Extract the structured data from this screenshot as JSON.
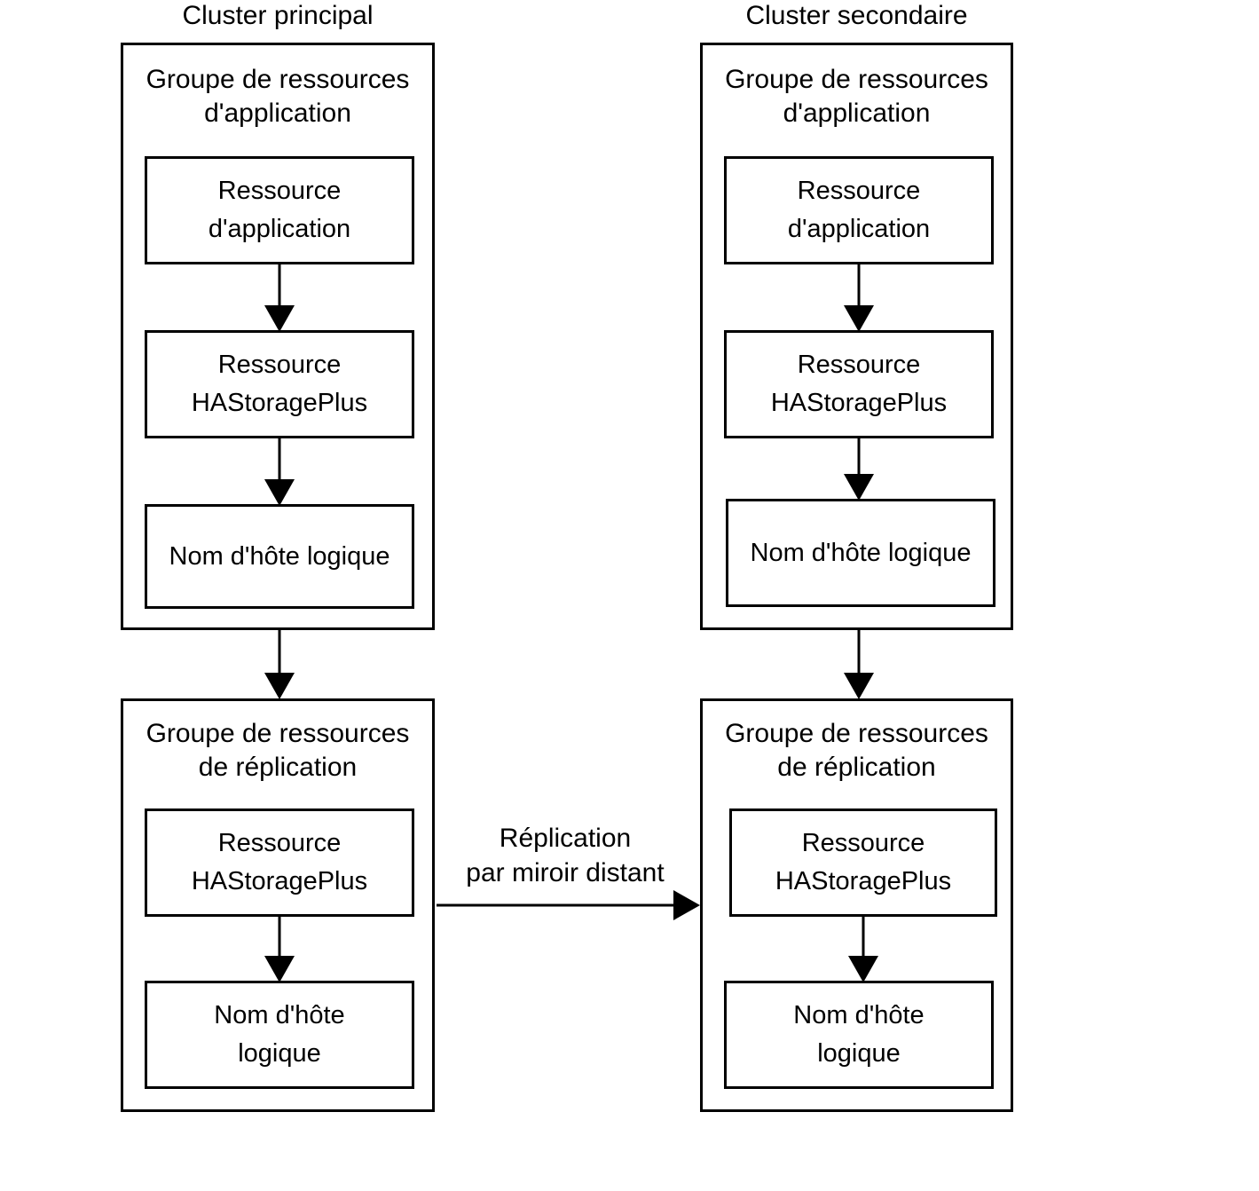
{
  "diagram": {
    "title_left": "Cluster principal",
    "title_right": "Cluster secondaire",
    "colors": {
      "stroke": "#000000",
      "background": "#ffffff",
      "text": "#000000"
    },
    "clusters": [
      {
        "id": "primary",
        "title": "Cluster principal",
        "groups": [
          {
            "id": "primary-app-group",
            "label": "Groupe de ressources\nd'application",
            "nodes": [
              {
                "id": "primary-app-resource",
                "label": "Ressource\nd'application"
              },
              {
                "id": "primary-app-hastorageplus",
                "label": "Ressource\nHAStoragePlus"
              },
              {
                "id": "primary-app-logicalhost",
                "label": "Nom d'hôte logique"
              }
            ]
          },
          {
            "id": "primary-repl-group",
            "label": "Groupe de ressources\nde réplication",
            "nodes": [
              {
                "id": "primary-repl-hastorageplus",
                "label": "Ressource\nHAStoragePlus"
              },
              {
                "id": "primary-repl-logicalhost",
                "label": "Nom d'hôte\nlogique"
              }
            ]
          }
        ]
      },
      {
        "id": "secondary",
        "title": "Cluster secondaire",
        "groups": [
          {
            "id": "secondary-app-group",
            "label": "Groupe de ressources\nd'application",
            "nodes": [
              {
                "id": "secondary-app-resource",
                "label": "Ressource\nd'application"
              },
              {
                "id": "secondary-app-hastorageplus",
                "label": "Ressource\nHAStoragePlus"
              },
              {
                "id": "secondary-app-logicalhost",
                "label": "Nom d'hôte logique"
              }
            ]
          },
          {
            "id": "secondary-repl-group",
            "label": "Groupe de ressources\nde réplication",
            "nodes": [
              {
                "id": "secondary-repl-hastorageplus",
                "label": "Ressource\nHAStoragePlus"
              },
              {
                "id": "secondary-repl-logicalhost",
                "label": "Nom d'hôte\nlogique"
              }
            ]
          }
        ]
      }
    ],
    "edges": {
      "replication_label": "Réplication\npar miroir distant"
    }
  }
}
